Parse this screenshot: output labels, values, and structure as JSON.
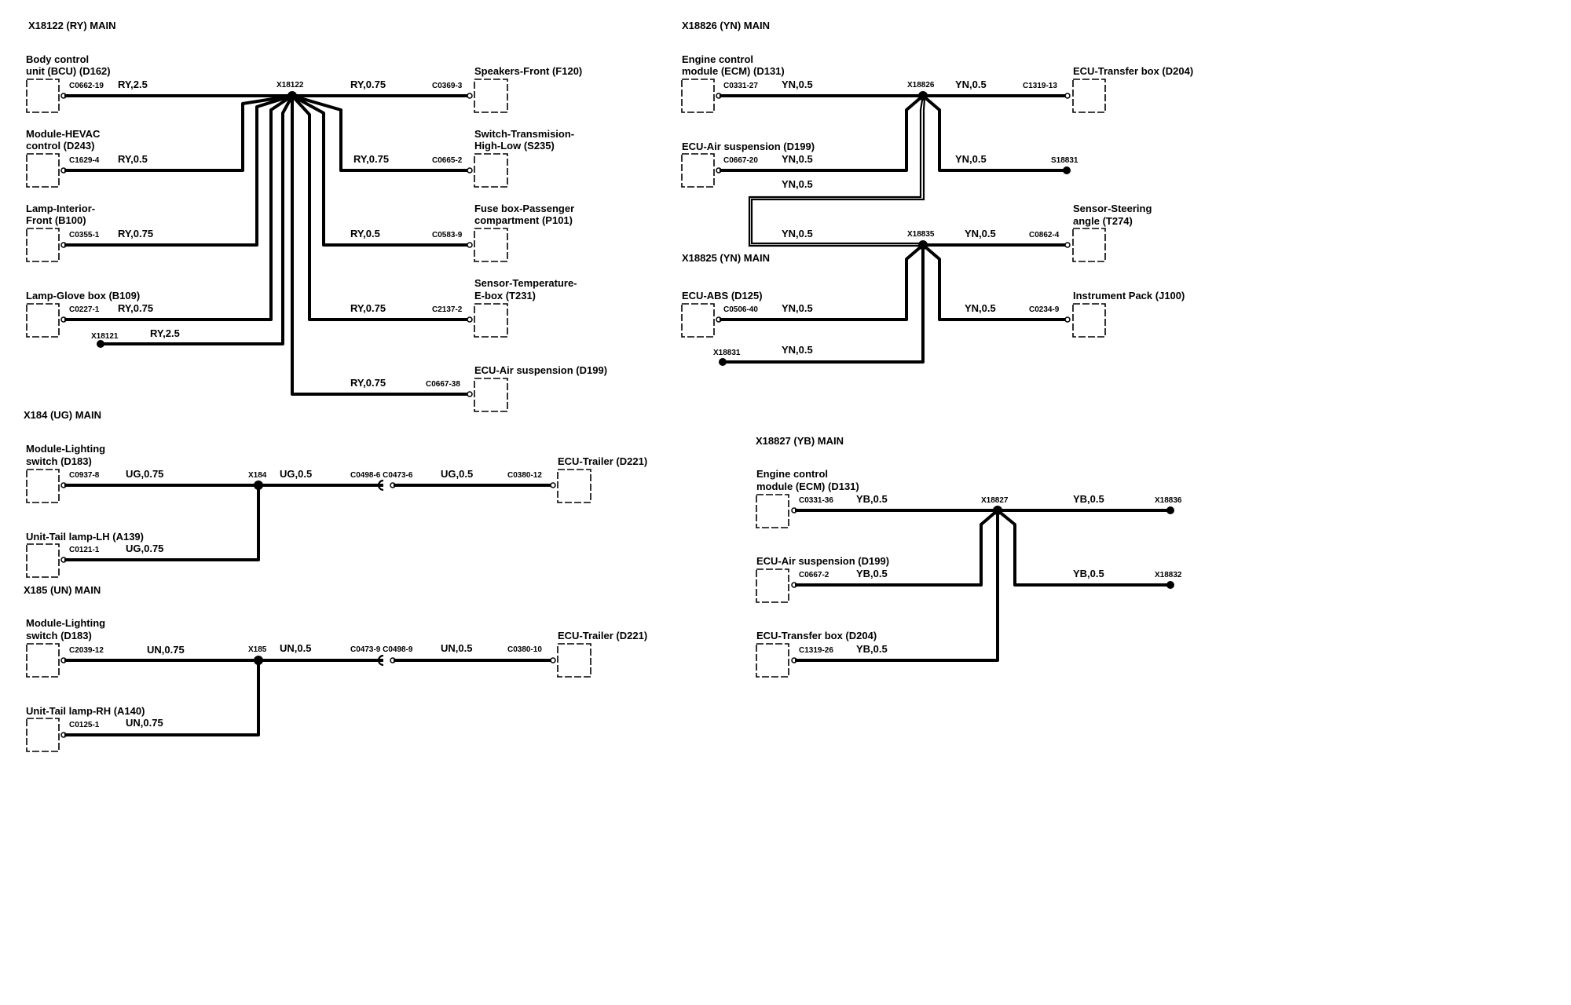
{
  "diagrams": {
    "ry": {
      "title": "X18122 (RY) MAIN",
      "splice": "X18122",
      "left": [
        {
          "label": [
            "Body control",
            "unit (BCU) (D162)"
          ],
          "connector": "C0662-19",
          "wire": "RY,2.5"
        },
        {
          "label": [
            "Module-HEVAC",
            "control (D243)"
          ],
          "connector": "C1629-4",
          "wire": "RY,0.5"
        },
        {
          "label": [
            "Lamp-Interior-",
            "Front (B100)"
          ],
          "connector": "C0355-1",
          "wire": "RY,0.75"
        },
        {
          "label": [
            "Lamp-Glove box (B109)"
          ],
          "connector": "C0227-1",
          "wire": "RY,0.75"
        }
      ],
      "left_splice": {
        "name": "X18121",
        "wire": "RY,2.5"
      },
      "right": [
        {
          "label": [
            "Speakers-Front (F120)"
          ],
          "connector": "C0369-3",
          "wire": "RY,0.75"
        },
        {
          "label": [
            "Switch-Transmision-",
            "High-Low (S235)"
          ],
          "connector": "C0665-2",
          "wire": "RY,0.75"
        },
        {
          "label": [
            "Fuse box-Passenger",
            "compartment (P101)"
          ],
          "connector": "C0583-9",
          "wire": "RY,0.5"
        },
        {
          "label": [
            "Sensor-Temperature-",
            "E-box (T231)"
          ],
          "connector": "C2137-2",
          "wire": "RY,0.75"
        },
        {
          "label": [
            "ECU-Air suspension (D199)"
          ],
          "connector": "C0667-38",
          "wire": "RY,0.75"
        }
      ]
    },
    "ug": {
      "title": "X184 (UG) MAIN",
      "splice": "X184",
      "left": [
        {
          "label": [
            "Module-Lighting",
            "switch (D183)"
          ],
          "connector": "C0937-8",
          "wire": "UG,0.75"
        },
        {
          "label": [
            "Unit-Tail lamp-LH (A139)"
          ],
          "connector": "C0121-1",
          "wire": "UG,0.75"
        }
      ],
      "mid_wire": "UG,0.5",
      "inline": "C0498-6 C0473-6",
      "right_wire": "UG,0.5",
      "right": {
        "label": [
          "ECU-Trailer (D221)"
        ],
        "connector": "C0380-12"
      }
    },
    "un": {
      "title": "X185 (UN) MAIN",
      "splice": "X185",
      "left": [
        {
          "label": [
            "Module-Lighting",
            "switch (D183)"
          ],
          "connector": "C2039-12",
          "wire": "UN,0.75"
        },
        {
          "label": [
            "Unit-Tail lamp-RH (A140)"
          ],
          "connector": "C0125-1",
          "wire": "UN,0.75"
        }
      ],
      "mid_wire": "UN,0.5",
      "inline": "C0473-9 C0498-9",
      "right_wire": "UN,0.5",
      "right": {
        "label": [
          "ECU-Trailer (D221)"
        ],
        "connector": "C0380-10"
      }
    },
    "yn": {
      "title": "X18826 (YN) MAIN",
      "title2": "X18825 (YN) MAIN",
      "splice1": "X18826",
      "splice2": "X18835",
      "ecm": {
        "label": [
          "Engine control",
          "module (ECM) (D131)"
        ],
        "connector": "C0331-27",
        "wire": "YN,0.5"
      },
      "air": {
        "label": [
          "ECU-Air suspension (D199)"
        ],
        "connector": "C0667-20",
        "wire": "YN,0.5"
      },
      "link_wire_upper": "YN,0.5",
      "link_wire_lower": "YN,0.5",
      "abs": {
        "label": [
          "ECU-ABS (D125)"
        ],
        "connector": "C0506-40",
        "wire": "YN,0.5"
      },
      "x18831_left": {
        "name": "X18831",
        "wire": "YN,0.5"
      },
      "transfer": {
        "label": [
          "ECU-Transfer box (D204)"
        ],
        "connector": "C1319-13",
        "wire": "YN,0.5"
      },
      "s18831": {
        "name": "S18831",
        "wire": "YN,0.5"
      },
      "steering": {
        "label": [
          "Sensor-Steering",
          "angle (T274)"
        ],
        "connector": "C0862-4",
        "wire": "YN,0.5"
      },
      "instrument": {
        "label": [
          "Instrument Pack (J100)"
        ],
        "connector": "C0234-9",
        "wire": "YN,0.5"
      }
    },
    "yb": {
      "title": "X18827 (YB) MAIN",
      "splice": "X18827",
      "left": [
        {
          "label": [
            "Engine control",
            "module (ECM) (D131)"
          ],
          "connector": "C0331-36",
          "wire": "YB,0.5"
        },
        {
          "label": [
            "ECU-Air suspension (D199)"
          ],
          "connector": "C0667-2",
          "wire": "YB,0.5"
        },
        {
          "label": [
            "ECU-Transfer box (D204)"
          ],
          "connector": "C1319-26",
          "wire": "YB,0.5"
        }
      ],
      "right": [
        {
          "name": "X18836",
          "wire": "YB,0.5"
        },
        {
          "name": "X18832",
          "wire": "YB,0.5"
        }
      ]
    }
  }
}
